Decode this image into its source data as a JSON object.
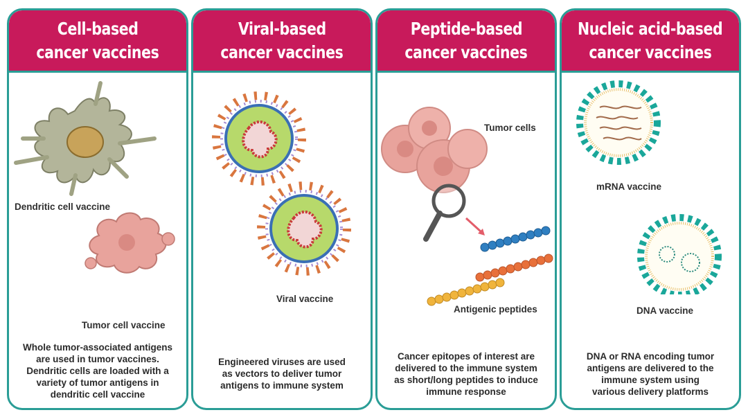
{
  "panels": [
    {
      "title_line1": "Cell-based",
      "title_line2": "cancer vaccines",
      "captions": [
        "Dendritic cell vaccine",
        "Tumor cell vaccine"
      ],
      "description": [
        "Whole tumor-associated antigens",
        "are used in tumor vaccines.",
        "Dendritic cells are loaded with a",
        "variety of tumor antigens in",
        "dendritic cell vaccine"
      ]
    },
    {
      "title_line1": "Viral-based",
      "title_line2": "cancer vaccines",
      "captions": [
        "Viral vaccine"
      ],
      "description": [
        "Engineered viruses are used",
        "as vectors to deliver tumor",
        "antigens to immune system"
      ]
    },
    {
      "title_line1": "Peptide-based",
      "title_line2": "cancer vaccines",
      "captions": [
        "Tumor cells",
        "Antigenic peptides"
      ],
      "description": [
        "Cancer epitopes of interest are",
        "delivered to the immune system",
        "as short/long peptides to induce",
        "immune response"
      ]
    },
    {
      "title_line1": "Nucleic acid-based",
      "title_line2": "cancer vaccines",
      "captions": [
        "mRNA vaccine",
        "DNA vaccine"
      ],
      "description": [
        "DNA or RNA encoding tumor",
        "antigens are delivered to the",
        "immune system using",
        "various delivery platforms"
      ]
    }
  ],
  "colors": {
    "header": "#c81a5b",
    "border": "#2a9d96",
    "dendritic": "#b3b59a",
    "tumor": "#e8a39c",
    "virus_core": "#b7d96b",
    "spike": "#d9763f",
    "peptide_blue": "#2f7fc1",
    "peptide_orange": "#e8703a",
    "peptide_yellow": "#f0b43c",
    "lipid_teal": "#1aa79a"
  }
}
